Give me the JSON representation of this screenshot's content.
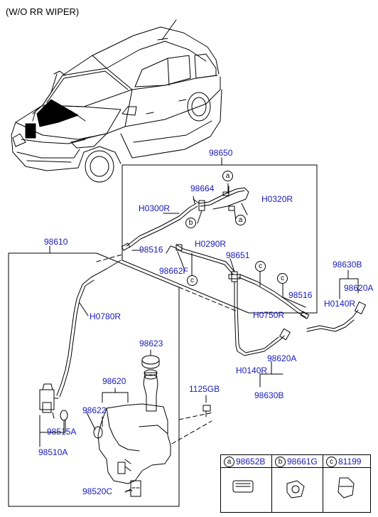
{
  "header": {
    "title": "(W/O RR WIPER)"
  },
  "parts": {
    "p98650": "98650",
    "p98664": "98664",
    "pH0320R": "H0320R",
    "pH0300R": "H0300R",
    "p98516a": "98516",
    "pH0290R": "H0290R",
    "p98651": "98651",
    "p98662F": "98662F",
    "p98516b": "98516",
    "pH0750R": "H0750R",
    "p98630Ba": "98630B",
    "p98620Aa": "98620A",
    "pH0140Ra": "H0140R",
    "p98610": "98610",
    "pH0780R": "H0780R",
    "p98623": "98623",
    "p98620": "98620",
    "p98622": "98622",
    "p98515A": "98515A",
    "p98510A": "98510A",
    "p98520C": "98520C",
    "p1125GB": "1125GB",
    "p98620Ab": "98620A",
    "pH0140Rb": "H0140R",
    "p98630Bb": "98630B"
  },
  "callouts": {
    "a1": "a",
    "a2": "a",
    "b1": "b",
    "c1": "c",
    "c2": "c",
    "c3": "c"
  },
  "legend": [
    {
      "letter": "a",
      "part": "98652B"
    },
    {
      "letter": "b",
      "part": "98661G"
    },
    {
      "letter": "c",
      "part": "81199"
    }
  ],
  "colors": {
    "label": "#1a1ab8",
    "line": "#000000"
  }
}
